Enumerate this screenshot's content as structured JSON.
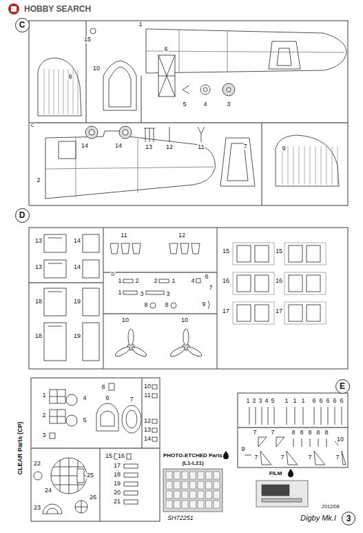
{
  "diagram": {
    "nodes": [
      {
        "text": [
          "C"
        ]
      },
      {
        "text": [
          "D"
        ]
      },
      {
        "text": [
          "E"
        ]
      },
      {
        "text": [
          "3"
        ]
      }
    ],
    "labels": [
      "HOBBY SEARCH",
      "15",
      "1",
      "8",
      "10",
      "6",
      "5",
      "4",
      "3",
      "14",
      "14",
      "13",
      "12",
      "11",
      "7",
      "9",
      "2",
      "C",
      "13",
      "14",
      "13",
      "14",
      "18",
      "19",
      "18",
      "19",
      "11",
      "12",
      "1",
      "2",
      "2",
      "1",
      "4",
      "6",
      "7",
      "1",
      "3",
      "3",
      "8",
      "8",
      "9",
      "10",
      "10",
      "15",
      "15",
      "16",
      "16",
      "17",
      "17",
      "D",
      "CLEAR Parts (CP)",
      "1",
      "2",
      "3",
      "4",
      "5",
      "6",
      "7",
      "8",
      "10",
      "11",
      "12",
      "13",
      "14",
      "15",
      "16",
      "17",
      "18",
      "19",
      "20",
      "21",
      "22",
      "23",
      "24",
      "25",
      "26",
      "1",
      "2",
      "3",
      "4",
      "5",
      "1",
      "1",
      "1",
      "6",
      "6",
      "6",
      "6",
      "6",
      "7",
      "7",
      "8",
      "8",
      "8",
      "8",
      "8",
      "10",
      "9",
      "7",
      "7",
      "7",
      "7",
      "PHOTO-ETCHED Parts",
      "(L1-L21)",
      "FILM",
      "SH72251",
      "2012/08",
      "Digby Mk.I"
    ]
  }
}
